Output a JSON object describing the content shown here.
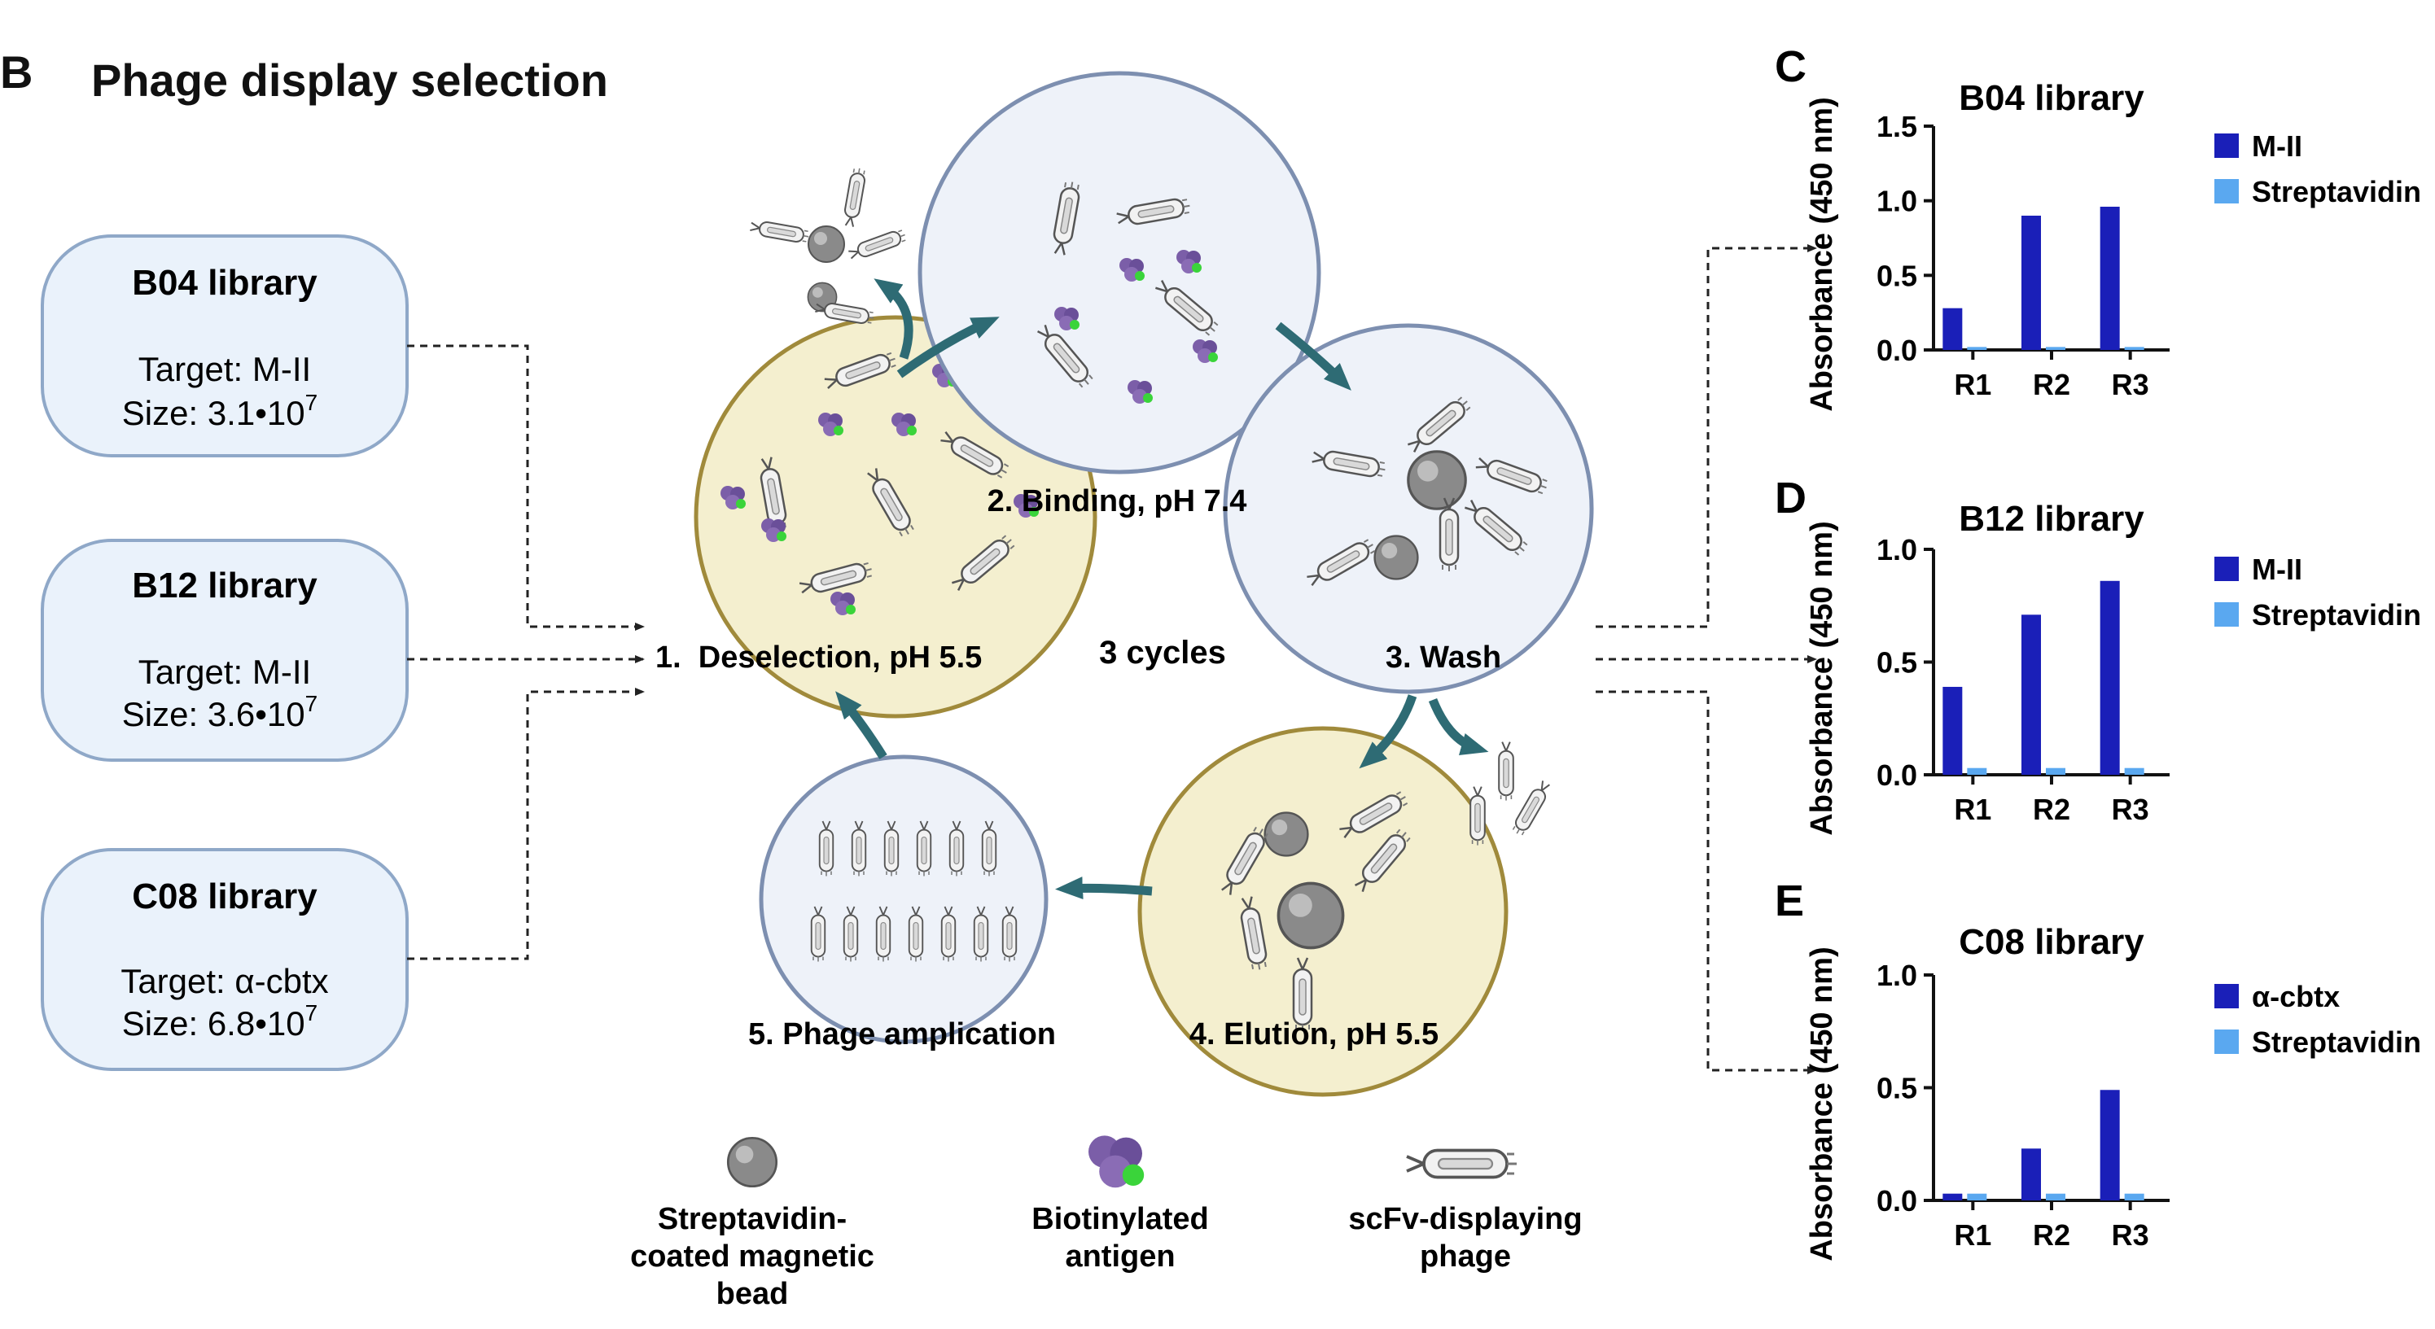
{
  "panel_b": {
    "letter": "B",
    "title": "Phage display selection",
    "libraries": [
      {
        "name": "B04 library",
        "target": "Target: M-II",
        "size": "Size: 3.1•10",
        "size_exp": "7"
      },
      {
        "name": "B12 library",
        "target": "Target: M-II",
        "size": "Size: 3.6•10",
        "size_exp": "7"
      },
      {
        "name": "C08 library",
        "target": "Target: α-cbtx",
        "size": "Size: 6.8•10",
        "size_exp": "7"
      }
    ],
    "steps": {
      "deselection": "1.  Deselection, pH 5.5",
      "binding": "2. Binding, pH 7.4",
      "wash": "3. Wash",
      "elution": "4. Elution, pH 5.5",
      "amplification": "5. Phage amplication"
    },
    "cycles": "3 cycles",
    "legend": [
      {
        "lines": [
          "Streptavidin-",
          "coated magnetic",
          "bead"
        ]
      },
      {
        "lines": [
          "Biotinylated",
          "antigen"
        ]
      },
      {
        "lines": [
          "scFv-displaying",
          "phage"
        ]
      }
    ],
    "colors": {
      "arrow": "#2e6b74",
      "box_fill": "#eaf2fb",
      "box_stroke": "#8fa8c8",
      "yellow_fill": "#f4efcf",
      "yellow_stroke": "#a08a3b",
      "blue_fill": "#eef2f9",
      "blue_stroke": "#7d8fb0"
    }
  },
  "chart_data": [
    {
      "type": "bar",
      "panel": "C",
      "title": "B04 library",
      "ylabel": "Absorbance (450 nm)",
      "categories": [
        "R1",
        "R2",
        "R3"
      ],
      "ylim": [
        0,
        1.5
      ],
      "yticks": [
        "0.0",
        "0.5",
        "1.0",
        "1.5"
      ],
      "series": [
        {
          "name": "M-II",
          "color": "#1a1fb8",
          "values": [
            0.28,
            0.9,
            0.96
          ]
        },
        {
          "name": "Streptavidin",
          "color": "#5aa8f0",
          "values": [
            0.02,
            0.02,
            0.02
          ]
        }
      ],
      "legend": "right"
    },
    {
      "type": "bar",
      "panel": "D",
      "title": "B12 library",
      "ylabel": "Absorbance (450 nm)",
      "categories": [
        "R1",
        "R2",
        "R3"
      ],
      "ylim": [
        0,
        1.0
      ],
      "yticks": [
        "0.0",
        "0.5",
        "1.0"
      ],
      "series": [
        {
          "name": "M-II",
          "color": "#1a1fb8",
          "values": [
            0.39,
            0.71,
            0.86
          ]
        },
        {
          "name": "Streptavidin",
          "color": "#5aa8f0",
          "values": [
            0.03,
            0.03,
            0.03
          ]
        }
      ],
      "legend": "right"
    },
    {
      "type": "bar",
      "panel": "E",
      "title": "C08 library",
      "ylabel": "Absorbance (450 nm)",
      "categories": [
        "R1",
        "R2",
        "R3"
      ],
      "ylim": [
        0,
        1.0
      ],
      "yticks": [
        "0.0",
        "0.5",
        "1.0"
      ],
      "series": [
        {
          "name": "α-cbtx",
          "color": "#1a1fb8",
          "values": [
            0.03,
            0.23,
            0.49
          ]
        },
        {
          "name": "Streptavidin",
          "color": "#5aa8f0",
          "values": [
            0.03,
            0.03,
            0.03
          ]
        }
      ],
      "legend": "right"
    }
  ]
}
